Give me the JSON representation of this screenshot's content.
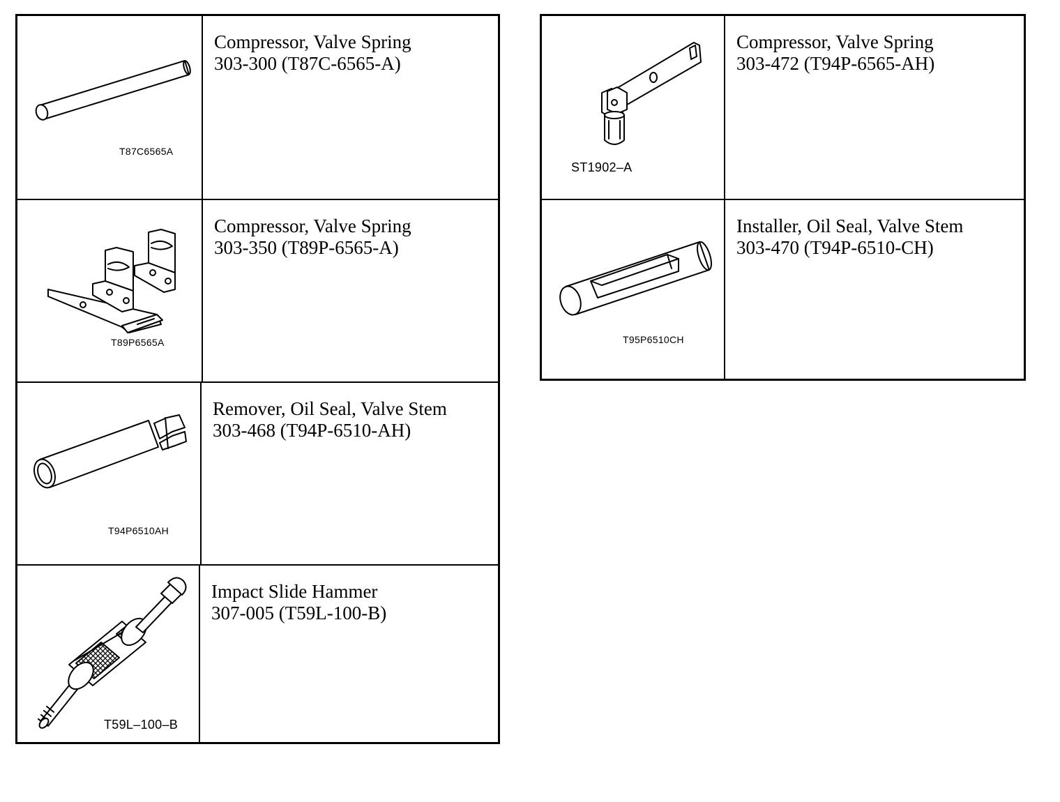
{
  "left_table": [
    {
      "name": "Compressor, Valve Spring",
      "number": "303-300 (T87C-6565-A)",
      "figure_label": "T87C6565A",
      "illustration": "tube-icon"
    },
    {
      "name": "Compressor, Valve Spring",
      "number": "303-350 (T89P-6565-A)",
      "figure_label": "T89P6565A",
      "illustration": "spring-compressor-brackets-icon"
    },
    {
      "name": "Remover, Oil Seal, Valve Stem",
      "number": "303-468 (T94P-6510-AH)",
      "figure_label": "T94P6510AH",
      "illustration": "seal-remover-tube-icon"
    },
    {
      "name": "Impact Slide Hammer",
      "number": "307-005 (T59L-100-B)",
      "figure_label": "T59L–100–B",
      "illustration": "slide-hammer-icon"
    }
  ],
  "right_table": [
    {
      "name": "Compressor, Valve Spring",
      "number": "303-472 (T94P-6565-AH)",
      "figure_label": "ST1902–A",
      "illustration": "lever-arm-icon"
    },
    {
      "name": "Installer, Oil Seal, Valve Stem",
      "number": "303-470 (T94P-6510-CH)",
      "figure_label": "T95P6510CH",
      "illustration": "seal-installer-tube-icon"
    }
  ]
}
